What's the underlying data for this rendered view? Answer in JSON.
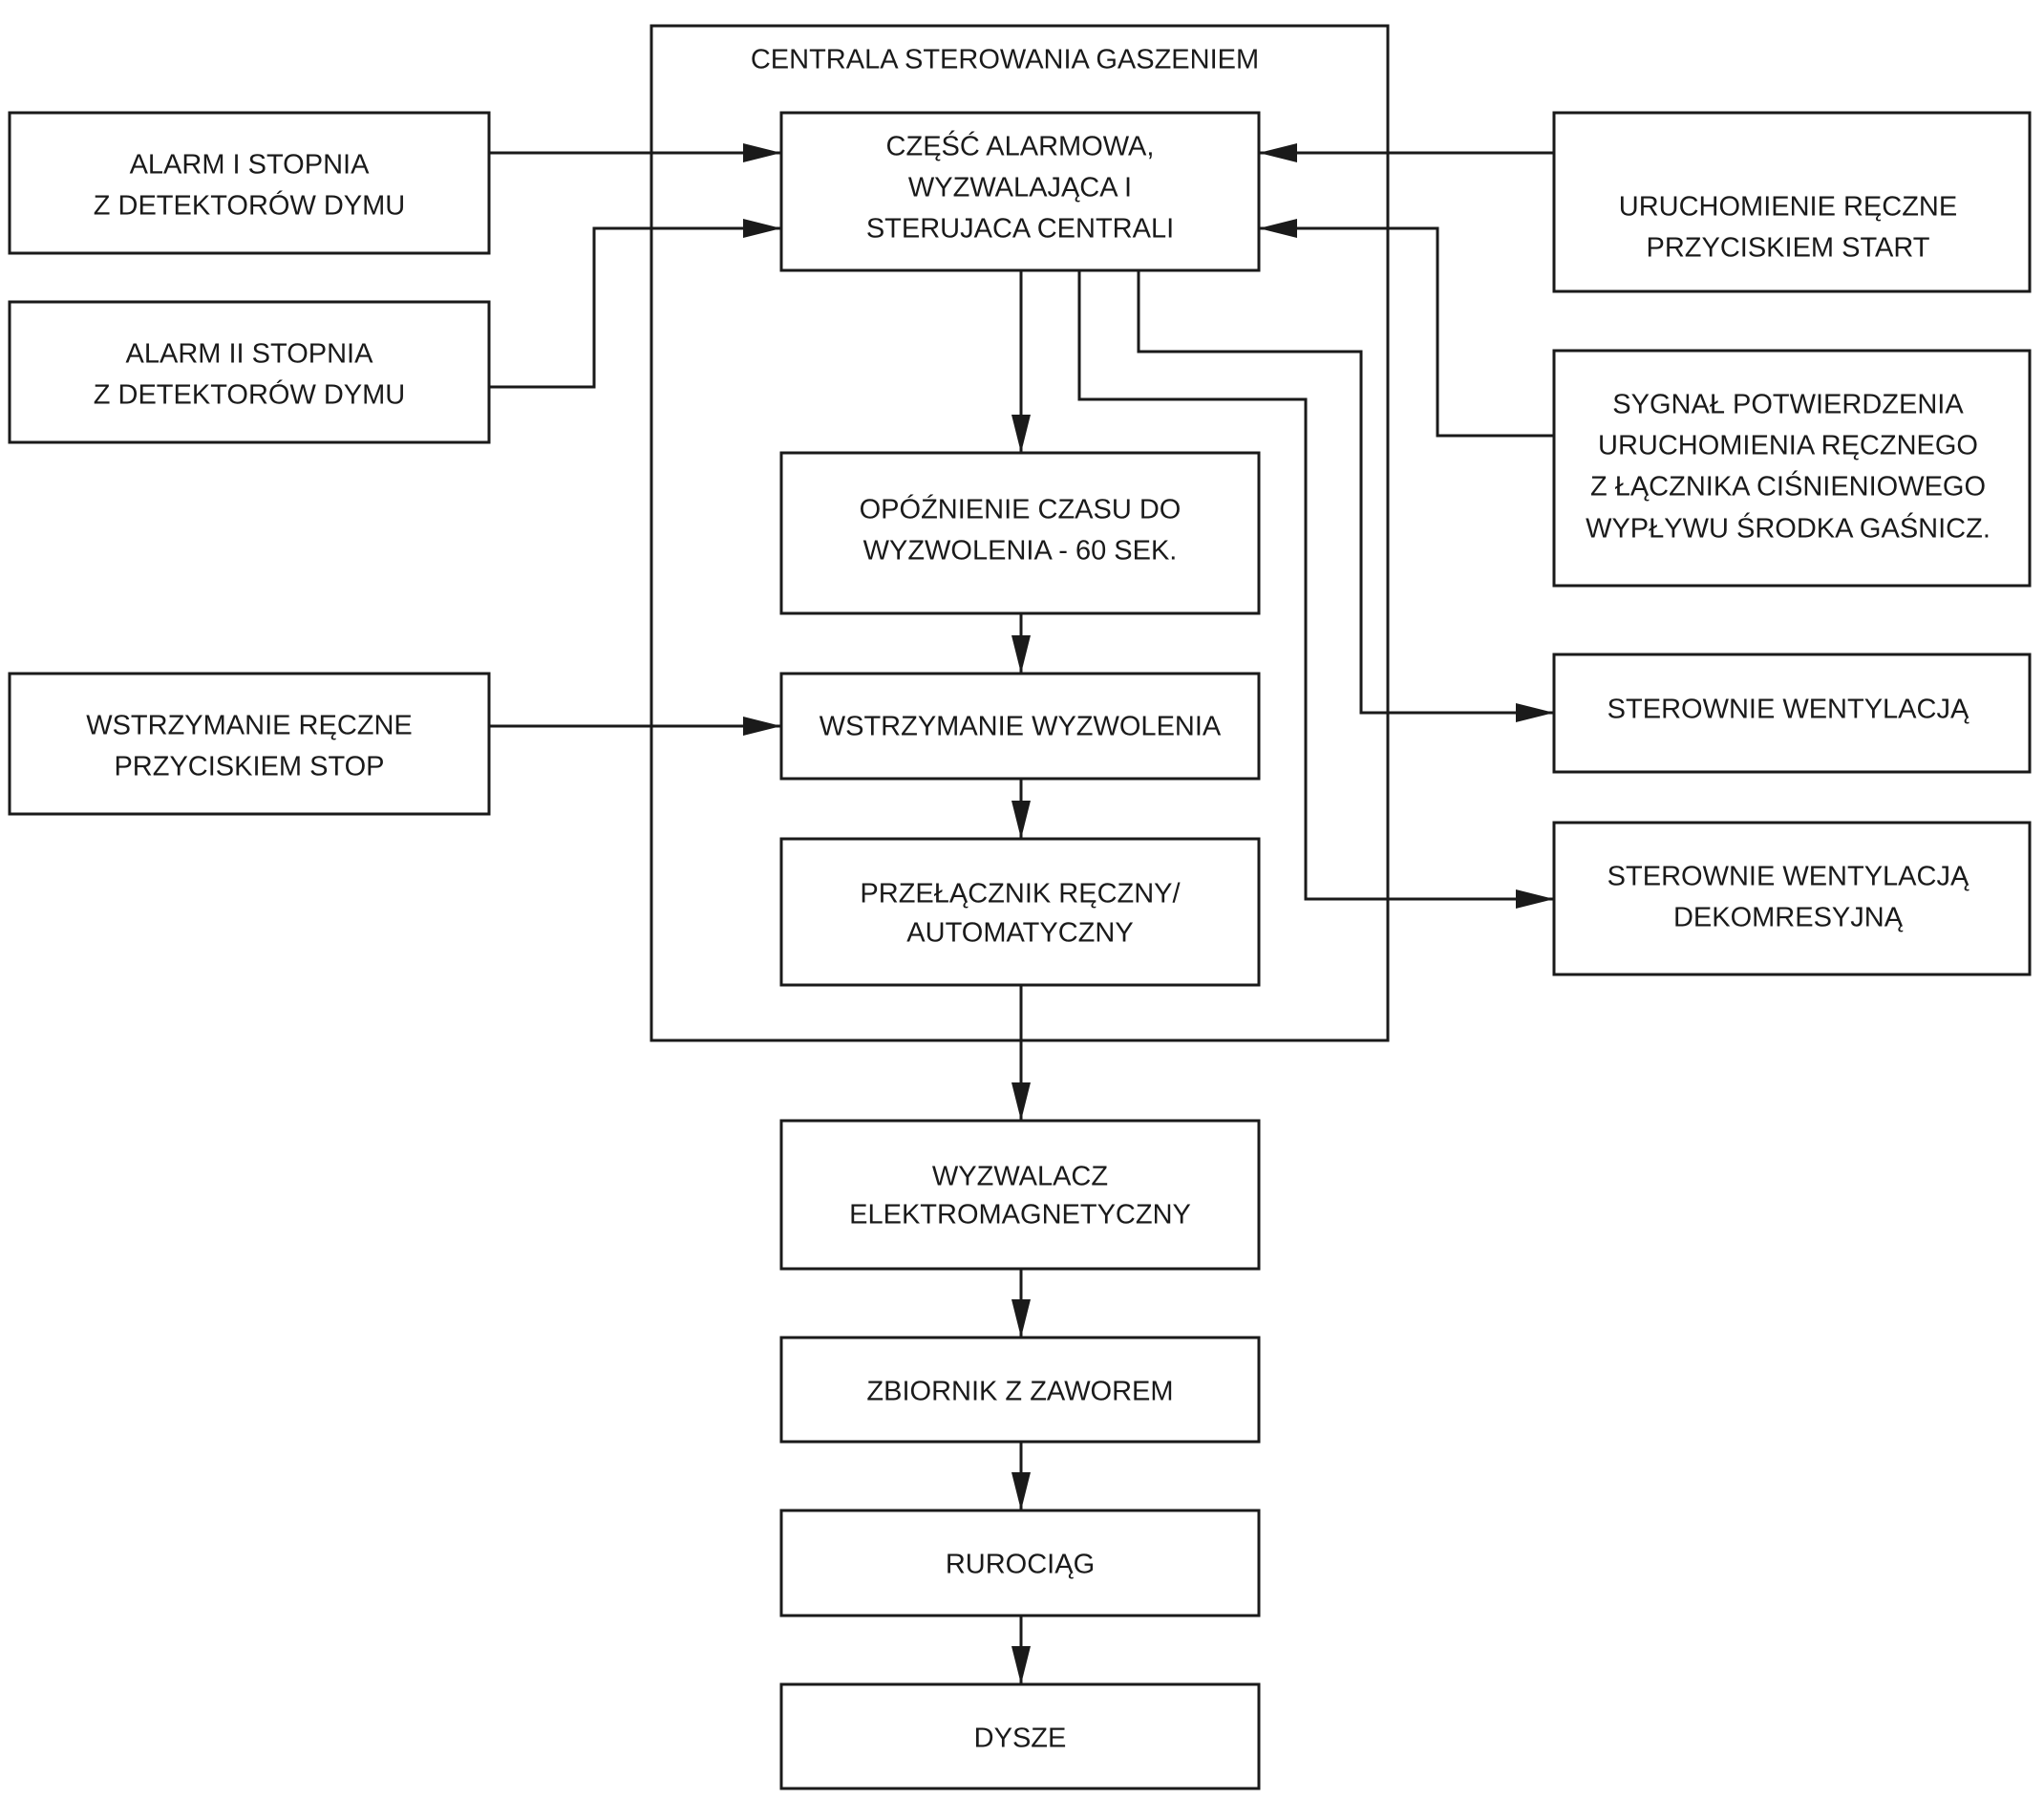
{
  "frame": {
    "title": "CENTRALA STEROWANIA GASZENIEM"
  },
  "boxes": {
    "alarm1": [
      "ALARM I STOPNIA",
      "Z DETEKTORÓW DYMU"
    ],
    "alarm2": [
      "ALARM II STOPNIA",
      "Z DETEKTORÓW DYMU"
    ],
    "stop": [
      "WSTRZYMANIE RĘCZNE",
      "PRZYCISKIEM STOP"
    ],
    "core": [
      "CZĘŚĆ ALARMOWA,",
      "WYZWALAJĄCA I",
      "STERUJACA CENTRALI"
    ],
    "delay": [
      "OPÓŹNIENIE CZASU DO",
      "WYZWOLENIA - 60 SEK."
    ],
    "hold": [
      "WSTRZYMANIE WYZWOLENIA"
    ],
    "switch": [
      "PRZEŁĄCZNIK  RĘCZNY/",
      "AUTOMATYCZNY"
    ],
    "start": [
      "URUCHOMIENIE RĘCZNE",
      "PRZYCISKIEM START"
    ],
    "confirm": [
      "SYGNAŁ POTWIERDZENIA",
      "URUCHOMIENIA RĘCZNEGO",
      "Z ŁĄCZNIKA CIŚNIENIOWEGO",
      "WYPŁYWU ŚRODKA GAŚNICZ."
    ],
    "vent": [
      "STEROWNIE WENTYLACJĄ"
    ],
    "vent2": [
      "STEROWNIE WENTYLACJĄ",
      "DEKOMRESYJNĄ"
    ],
    "releaser": [
      "WYZWALACZ",
      "ELEKTROMAGNETYCZNY"
    ],
    "tank": [
      "ZBIORNIK Z ZAWOREM"
    ],
    "pipe": [
      "RUROCIĄG"
    ],
    "nozzles": [
      "DYSZE"
    ]
  }
}
